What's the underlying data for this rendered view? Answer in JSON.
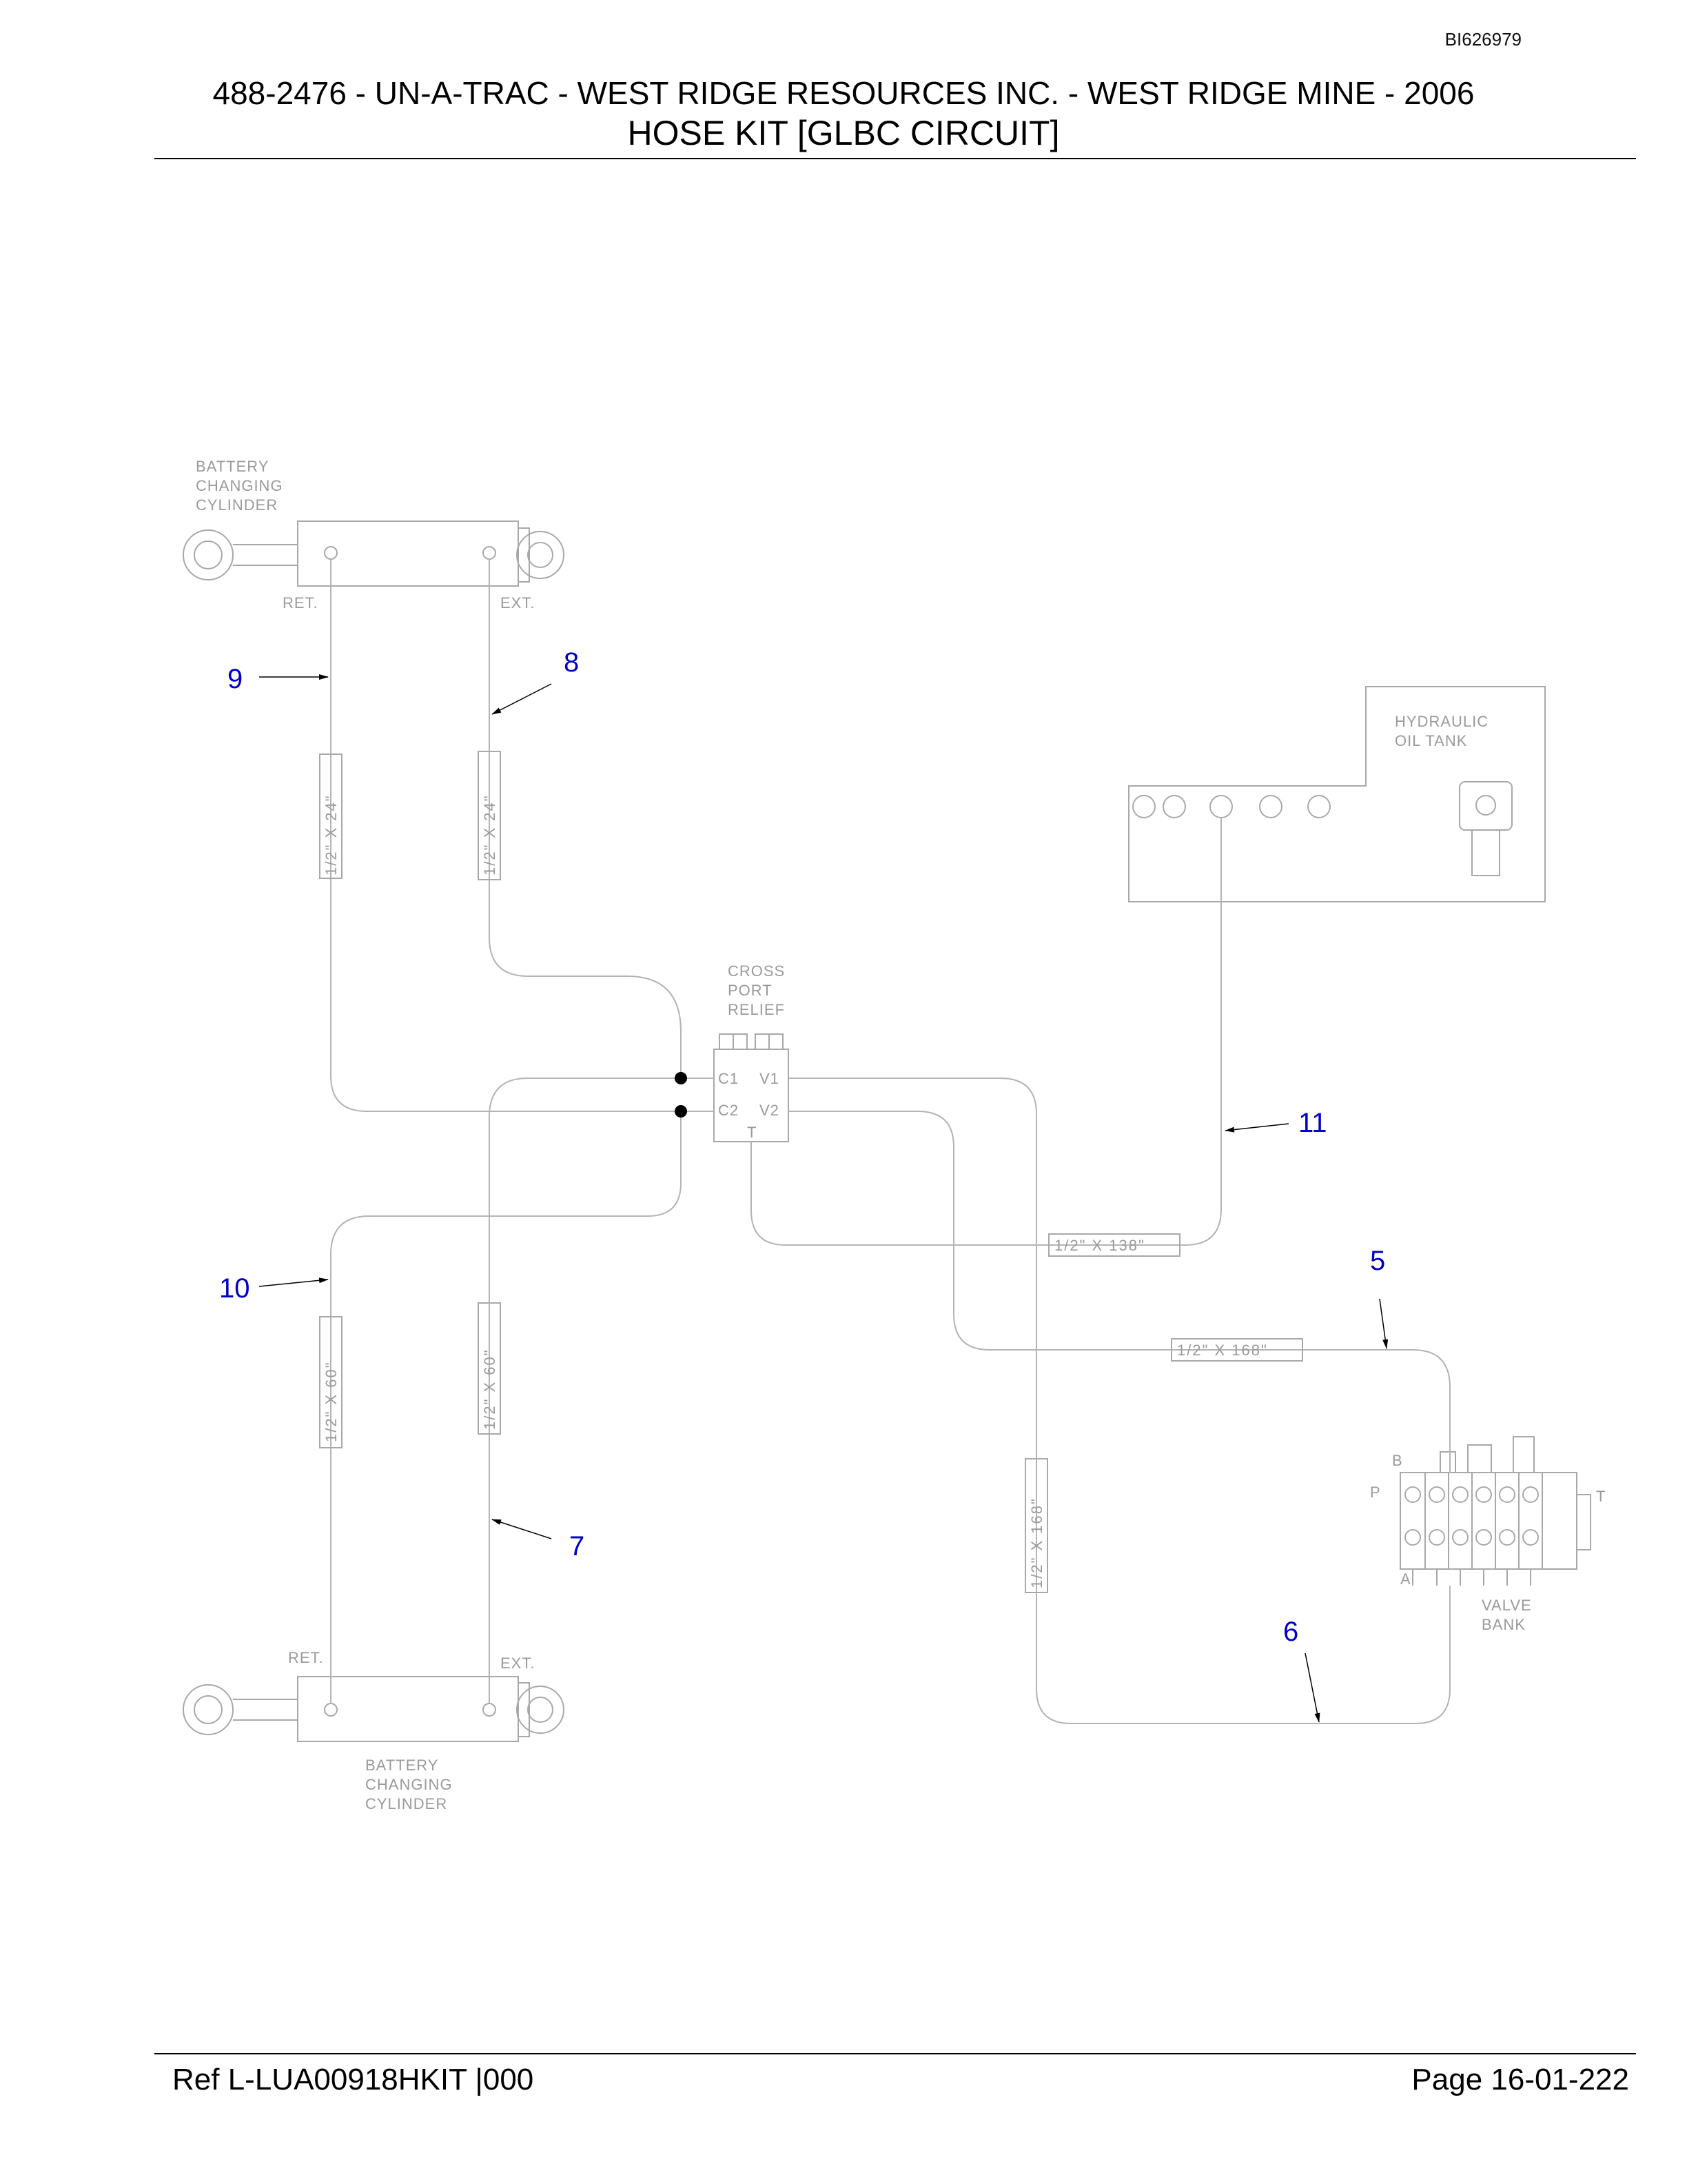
{
  "header": {
    "doc_id": "BI626979",
    "title_line1": "488-2476 - UN-A-TRAC - WEST RIDGE RESOURCES INC. - WEST RIDGE MINE - 2006",
    "title_line2": "HOSE KIT [GLBC CIRCUIT]"
  },
  "footer": {
    "ref": "Ref   L-LUA00918HKIT |000",
    "page": "Page    16-01-222"
  },
  "diagram": {
    "top_cylinder_label": [
      "BATTERY",
      "CHANGING",
      "CYLINDER"
    ],
    "bottom_cylinder_label": [
      "BATTERY",
      "CHANGING",
      "CYLINDER"
    ],
    "tank_label": [
      "HYDRAULIC",
      "OIL TANK"
    ],
    "relief_label": [
      "CROSS",
      "PORT",
      "RELIEF"
    ],
    "valve_label": [
      "VALVE",
      "BANK"
    ],
    "port_ret": "RET.",
    "port_ext": "EXT.",
    "relief_ports": {
      "c1": "C1",
      "c2": "C2",
      "v1": "V1",
      "v2": "V2",
      "t": "T"
    },
    "valve_ports": {
      "b": "B",
      "p": "P",
      "a": "A",
      "t": "T"
    },
    "hoses": {
      "h9": "1/2\" X 24\"",
      "h8": "1/2\" X 24\"",
      "h10": "1/2\" X 60\"",
      "h7": "1/2\" X 60\"",
      "h11": "1/2\" X 138\"",
      "h5": "1/2\" X 168\"",
      "h6": "1/2\" X 168\""
    },
    "callouts": {
      "c5": "5",
      "c6": "6",
      "c7": "7",
      "c8": "8",
      "c9": "9",
      "c10": "10",
      "c11": "11"
    }
  }
}
